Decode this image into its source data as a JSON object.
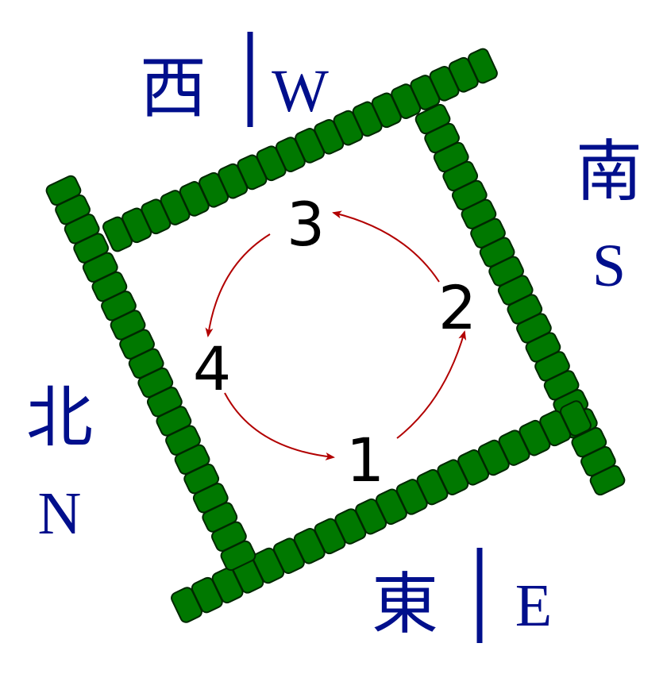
{
  "diagram": {
    "winds": {
      "west": {
        "character": "西",
        "letter": "W"
      },
      "south": {
        "character": "南",
        "letter": "S"
      },
      "north": {
        "character": "北",
        "letter": "N"
      },
      "east": {
        "character": "東",
        "letter": "E"
      }
    },
    "order_labels": [
      "1",
      "2",
      "3",
      "4"
    ],
    "colors": {
      "tile_fill": "#007800",
      "tile_stroke": "#002800",
      "arrow": "#b20000",
      "label_text": "#000f8c",
      "number_text": "#000000"
    }
  }
}
